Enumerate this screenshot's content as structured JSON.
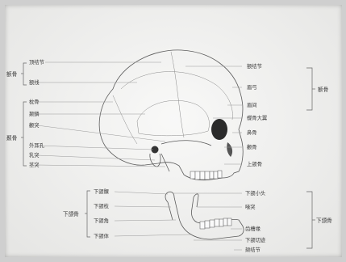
{
  "diagram": {
    "groups": {
      "frontal_left": "额骨",
      "temporal_left": "颞骨",
      "mandible_left": "下颌骨",
      "frontal_right": "额骨",
      "mandible_right": "下颌骨"
    },
    "left_labels": {
      "l1": "顶结节",
      "l2": "额线",
      "l3": "枕骨",
      "l4": "颞鳞",
      "l5": "颧突",
      "l6": "外耳孔",
      "l7": "乳突",
      "l8": "茎突"
    },
    "right_labels": {
      "r1": "额结节",
      "r2": "眉弓",
      "r3": "眉间",
      "r4": "蝶骨大翼",
      "r5": "鼻骨",
      "r6": "颧骨",
      "r7": "上颌骨"
    },
    "mandible_left_labels": {
      "m1": "下颌髁",
      "m2": "下颌枝",
      "m3": "下颌角",
      "m4": "下颌体"
    },
    "mandible_right_labels": {
      "mr1": "下颌小头",
      "mr2": "喙突",
      "mr3": "齿槽缘",
      "mr4": "下颌切迹",
      "mr5": "颏结节"
    }
  }
}
